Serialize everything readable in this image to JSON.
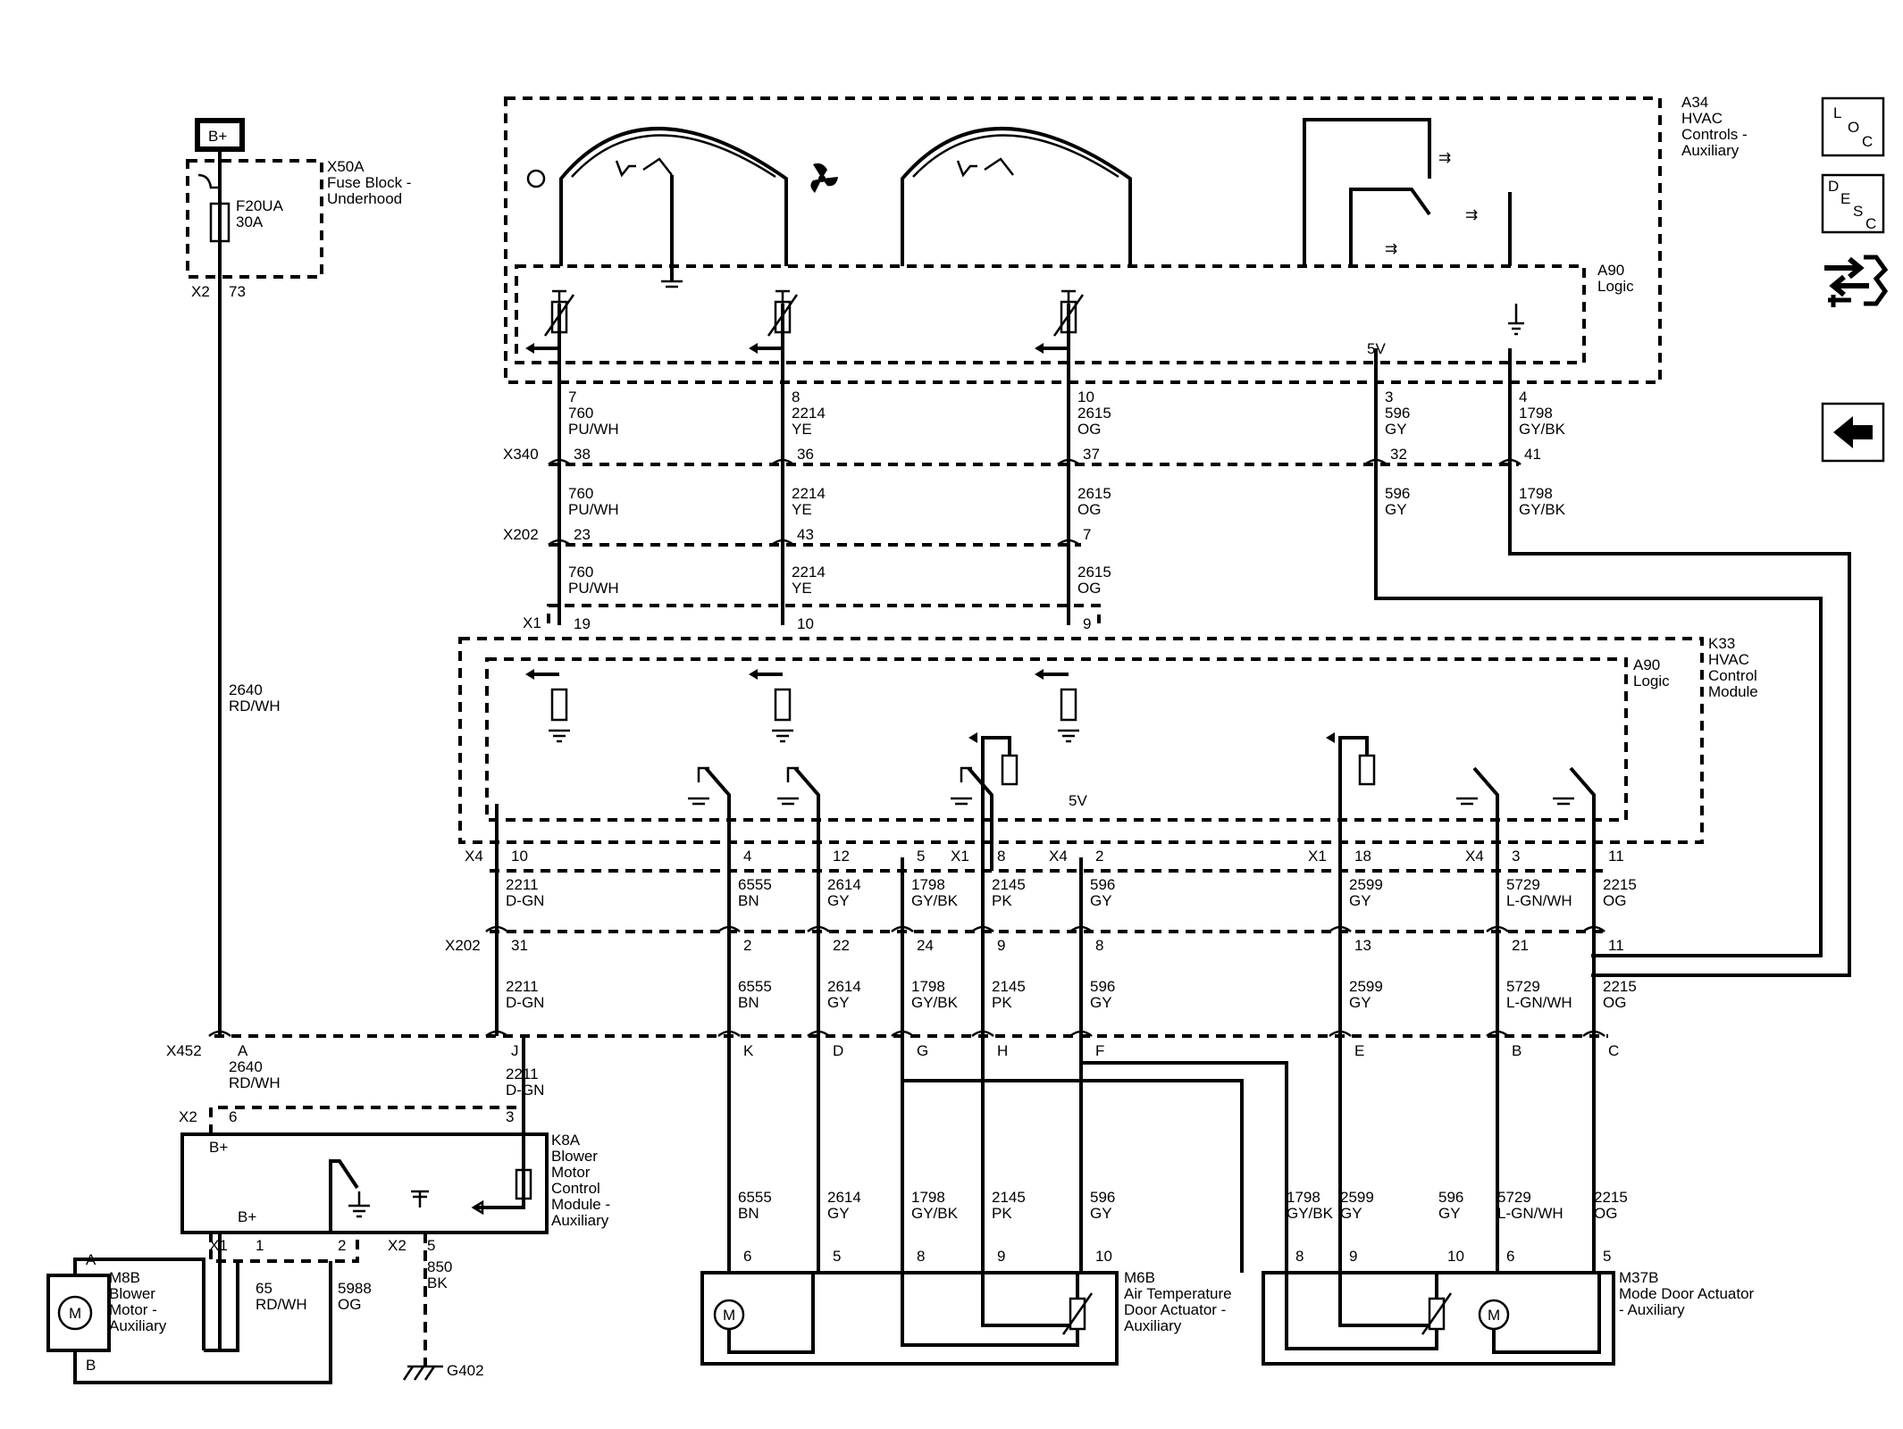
{
  "battery": {
    "label": "B+"
  },
  "fuse_block": {
    "title": [
      "X50A",
      "Fuse Block -",
      "Underhood"
    ],
    "fuse": [
      "F20UA",
      "30A"
    ],
    "connector": "X2",
    "pin": "73"
  },
  "hvac_controls": {
    "title": [
      "A34",
      "HVAC",
      "Controls -",
      "Auxiliary"
    ]
  },
  "logic_upper": {
    "title": [
      "A90",
      "Logic"
    ],
    "ref_5v": "5V"
  },
  "k33": {
    "title": [
      "K33",
      "HVAC",
      "Control",
      "Module"
    ],
    "logic_title": [
      "A90",
      "Logic"
    ],
    "ref_5v": "5V"
  },
  "blower_wire": {
    "circuit": "2640",
    "color": "RD/WH"
  },
  "upper_columns": [
    {
      "pin": "7",
      "circuit": "760",
      "color": "PU/WH",
      "x340": "38",
      "x202": "23",
      "x1": "19"
    },
    {
      "pin": "8",
      "circuit": "2214",
      "color": "YE",
      "x340": "36",
      "x202": "43",
      "x1": "10"
    },
    {
      "pin": "10",
      "circuit": "2615",
      "color": "OG",
      "x340": "37",
      "x202": "7",
      "x1": "9"
    },
    {
      "pin": "3",
      "circuit": "596",
      "color": "GY",
      "x340": "32"
    },
    {
      "pin": "4",
      "circuit": "1798",
      "color": "GY/BK",
      "x340": "41"
    }
  ],
  "connectors": {
    "x340": "X340",
    "x202": "X202",
    "x1": "X1",
    "x4": "X4",
    "x452": "X452",
    "x2": "X2"
  },
  "lower_columns": [
    {
      "conn": "X4",
      "pin": "10",
      "circuit": "2211",
      "color": "D-GN",
      "x202": "31",
      "x452": "J"
    },
    {
      "conn": "",
      "pin": "4",
      "circuit": "6555",
      "color": "BN",
      "x202": "2",
      "x452": "K",
      "act_pin": "6"
    },
    {
      "conn": "",
      "pin": "12",
      "circuit": "2614",
      "color": "GY",
      "x202": "22",
      "x452": "D",
      "act_pin": "5"
    },
    {
      "conn": "",
      "pin": "5",
      "circuit": "1798",
      "color": "GY/BK",
      "x202": "24",
      "x452": "G",
      "act_pin": "8"
    },
    {
      "conn": "X1",
      "pin": "8",
      "circuit": "2145",
      "color": "PK",
      "x202": "9",
      "x452": "H",
      "act_pin": "9"
    },
    {
      "conn": "X4",
      "pin": "2",
      "circuit": "596",
      "color": "GY",
      "x202": "8",
      "x452": "F",
      "act_pin": "10"
    },
    {
      "conn": "X1",
      "pin": "18",
      "circuit": "2599",
      "color": "GY",
      "x202": "13",
      "x452": "E",
      "act_pin": "9"
    },
    {
      "conn": "X4",
      "pin": "3",
      "circuit": "5729",
      "color": "L-GN/WH",
      "x202": "21",
      "x452": "B",
      "act_pin": "6"
    },
    {
      "conn": "",
      "pin": "11",
      "circuit": "2215",
      "color": "OG",
      "x202": "11",
      "x452": "C",
      "act_pin": "5"
    }
  ],
  "x452_a": {
    "pin": "A",
    "circuit": "2640",
    "color": "RD/WH"
  },
  "k8a": {
    "title": [
      "K8A",
      "Blower",
      "Motor",
      "Control",
      "Module -",
      "Auxiliary"
    ],
    "bplus1": "B+",
    "bplus2": "B+",
    "x2_pin6": "6",
    "x2_pin3": "3",
    "x1": "X1",
    "x1_pin1": "1",
    "x1_pin2": "2",
    "x2": "X2",
    "x2_pin5": "5"
  },
  "m8b": {
    "title": [
      "M8B",
      "Blower",
      "Motor -",
      "Auxiliary"
    ],
    "pin_a": "A",
    "pin_b": "B",
    "motor": "M"
  },
  "motor_wires": [
    {
      "circuit": "65",
      "color": "RD/WH"
    },
    {
      "circuit": "5988",
      "color": "OG"
    },
    {
      "circuit": "850",
      "color": "BK"
    }
  ],
  "ground": {
    "label": "G402"
  },
  "m6b": {
    "title": [
      "M6B",
      "Air Temperature",
      "Door Actuator -",
      "Auxiliary"
    ],
    "motor": "M"
  },
  "m37b": {
    "title": [
      "M37B",
      "Mode Door Actuator",
      "- Auxiliary"
    ],
    "motor": "M"
  },
  "m37b_wires": [
    {
      "circuit": "1798",
      "color": "GY/BK",
      "pin": "8"
    },
    {
      "circuit": "2599",
      "color": "GY",
      "pin": "9"
    },
    {
      "circuit": "596",
      "color": "GY",
      "pin": "10"
    },
    {
      "circuit": "5729",
      "color": "L-GN/WH",
      "pin": "6"
    },
    {
      "circuit": "2215",
      "color": "OG",
      "pin": "5"
    }
  ],
  "sidebar": {
    "loc": [
      "L",
      "O",
      "C"
    ],
    "desc": [
      "D",
      "E",
      "S",
      "C"
    ],
    "icons": [
      "connector-icon",
      "back-arrow-icon"
    ]
  }
}
